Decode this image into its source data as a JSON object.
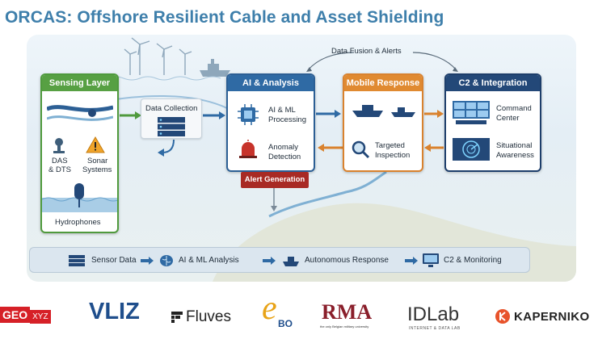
{
  "title": "ORCAS: Offshore Resilient Cable and Asset Shielding",
  "fusion_label": "Data Fusion & Alerts",
  "sensing": {
    "header": "Sensing Layer",
    "das": "DAS",
    "dts": "& DTS",
    "sonar": "Sonar",
    "sonar2": "Systems",
    "hydrophones": "Hydrophones"
  },
  "collection": {
    "label": "Data Collection"
  },
  "ai": {
    "header": "AI & Analysis",
    "ml1": "AI & ML",
    "ml2": "Processing",
    "anom1": "Anomaly",
    "anom2": "Detection",
    "alert": "Alert Generation"
  },
  "mobile": {
    "header": "Mobile Response",
    "targeted1": "Targeted",
    "targeted2": "Inspection"
  },
  "c2": {
    "header": "C2 & Integration",
    "cmd1": "Command",
    "cmd2": "Center",
    "sit1": "Situational",
    "sit2": "Awareness"
  },
  "flow": {
    "step1": "Sensor Data",
    "step2": "AI & ML Analysis",
    "step3": "Autonomous Response",
    "step4": "C2 & Monitoring"
  },
  "logos": {
    "geo_a": "GEO",
    "geo_b": "XYZ",
    "vliz": "VLIZ",
    "fluves": "Fluves",
    "ebo_e": "e",
    "ebo_b": "BO",
    "rma": "RMA",
    "rma_sub": "the only Belgian military university",
    "idlab": "IDLab",
    "idlab_sub": "INTERNET & DATA LAB",
    "kaperniko": "KAPERNIKO"
  },
  "colors": {
    "title": "#3e7fab",
    "sensing": "#57a043",
    "ai": "#2f6aa4",
    "mobile": "#e08a31",
    "c2": "#234878",
    "alert": "#a82a24"
  }
}
